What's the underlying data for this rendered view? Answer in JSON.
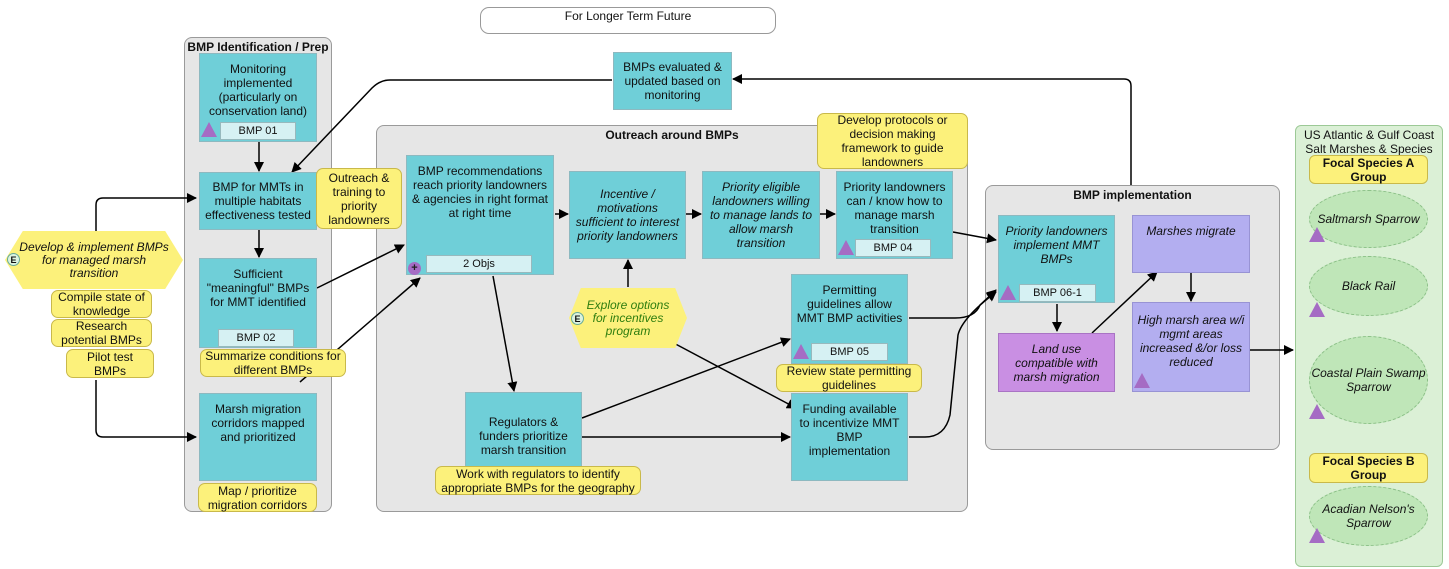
{
  "future_label": "For Longer Term Future",
  "groups": {
    "identification": "BMP Identification / Prep",
    "outreach": "Outreach around BMPs",
    "implementation": "BMP implementation",
    "targets": "US Atlantic & Gulf Coast Salt Marshes & Species"
  },
  "boxes": {
    "monitoring": "Monitoring implemented (particularly on conservation land)",
    "bmp_tested": "BMP for MMTs in multiple habitats effectiveness tested",
    "sufficient": "Sufficient \"meaningful\" BMPs for MMT identified",
    "corridors": "Marsh migration corridors mapped and prioritized",
    "evaluated": "BMPs evaluated & updated based on monitoring",
    "recommendations": "BMP recommendations reach priority landowners & agencies in right format at right time",
    "incentive": "Incentive / motivations sufficient to interest priority landowners",
    "eligible": "Priority eligible landowners willing to manage lands to allow marsh transition",
    "know_how": "Priority landowners can / know how to manage marsh transition",
    "permitting": "Permitting guidelines allow MMT BMP activities",
    "regulators": "Regulators & funders prioritize marsh transition",
    "funding": "Funding available to incentivize MMT BMP implementation",
    "implement": "Priority landowners implement MMT BMPs",
    "land_use": "Land use compatible with marsh migration",
    "marshes_migrate": "Marshes migrate",
    "high_marsh": "High marsh area w/i mgmt areas increased &/or loss reduced"
  },
  "ids": {
    "bmp01": "BMP 01",
    "bmp02": "BMP 02",
    "objs": "2 Objs",
    "bmp04": "BMP 04",
    "bmp05": "BMP 05",
    "bmp061": "BMP 06-1"
  },
  "notes": {
    "outreach_training": "Outreach & training to priority landowners",
    "compile": "Compile state of knowledge",
    "research": "Research potential BMPs",
    "pilot": "Pilot test BMPs",
    "summarize": "Summarize conditions for different BMPs",
    "map_prioritize": "Map / prioritize migration corridors",
    "develop_protocols": "Develop protocols or decision making framework to guide landowners",
    "review_permitting": "Review state permitting guidelines",
    "work_regulators": "Work with regulators to identify appropriate BMPs for the geography"
  },
  "strategies": {
    "develop_implement": "Develop & implement BMPs for managed marsh transition",
    "explore_options": "Explore options for incentives program",
    "badge": "E"
  },
  "targets": {
    "group_a": "Focal Species A Group",
    "group_b": "Focal Species B Group",
    "saltmarsh_sparrow": "Saltmarsh Sparrow",
    "black_rail": "Black Rail",
    "coastal_plain": "Coastal Plain Swamp Sparrow",
    "acadian": "Acadian Nelson's Sparrow"
  },
  "colors": {
    "result_box": "#6fcfd8",
    "note": "#fcf17b",
    "outcome": "#b3aef0",
    "threat": "#c98fe3",
    "target": "#bfe6b8",
    "group": "#e6e6e6"
  }
}
